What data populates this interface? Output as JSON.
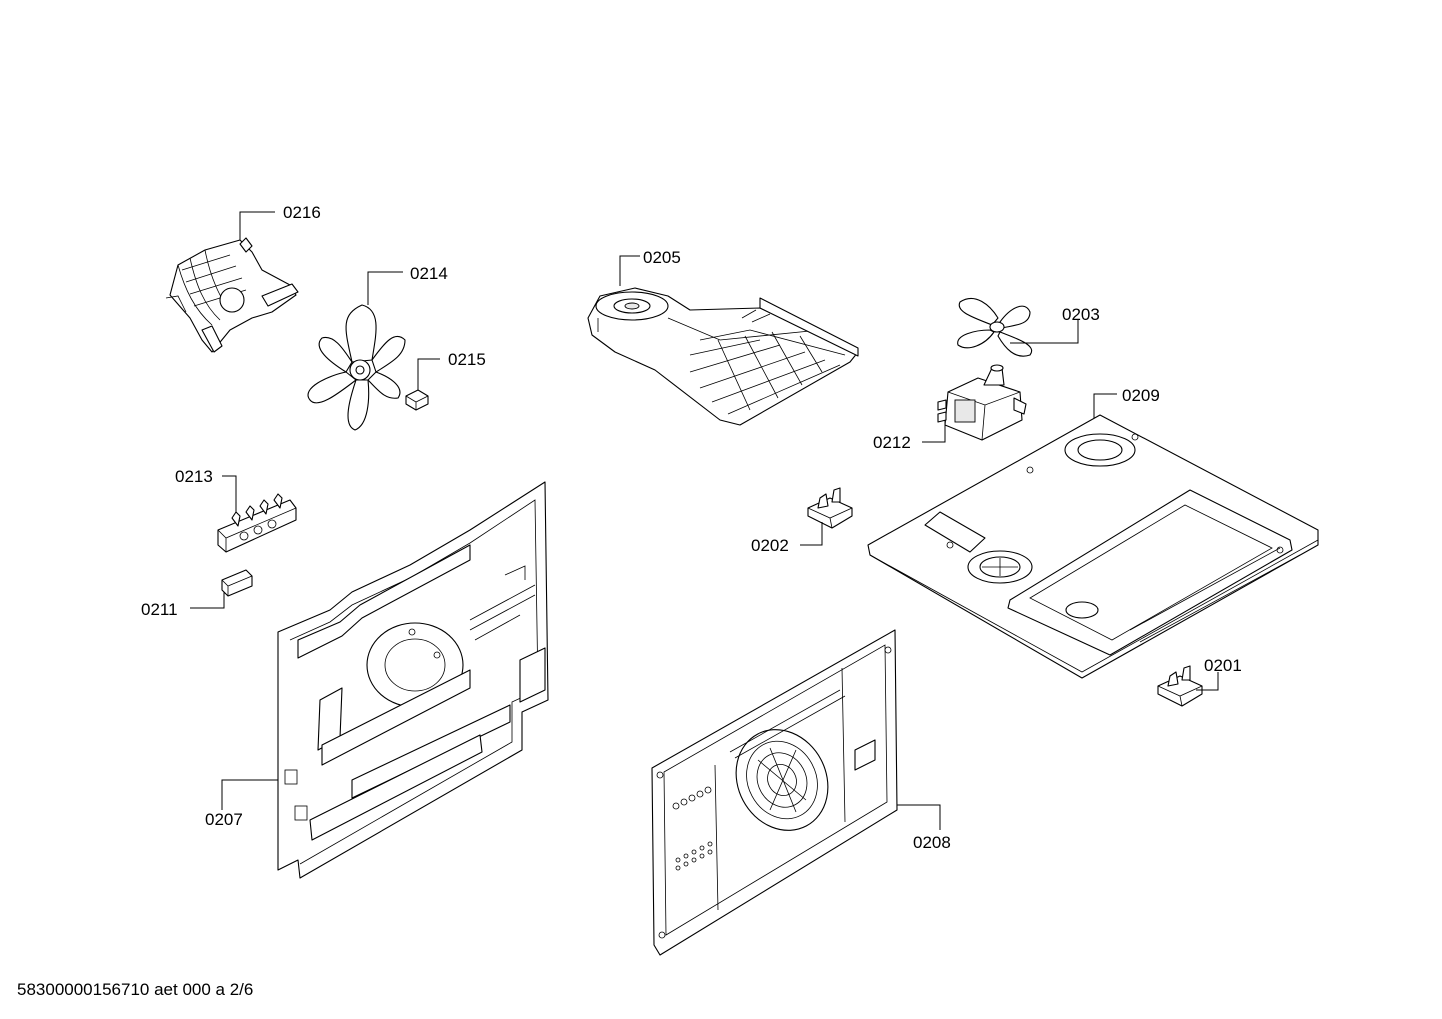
{
  "labels": {
    "p0216": "0216",
    "p0214": "0214",
    "p0215": "0215",
    "p0205": "0205",
    "p0203": "0203",
    "p0209": "0209",
    "p0212": "0212",
    "p0213": "0213",
    "p0211": "0211",
    "p0202": "0202",
    "p0201": "0201",
    "p0207": "0207",
    "p0208": "0208"
  },
  "footer": "58300000156710 aet 000 a 2/6",
  "colors": {
    "line": "#000000",
    "background": "#ffffff"
  }
}
